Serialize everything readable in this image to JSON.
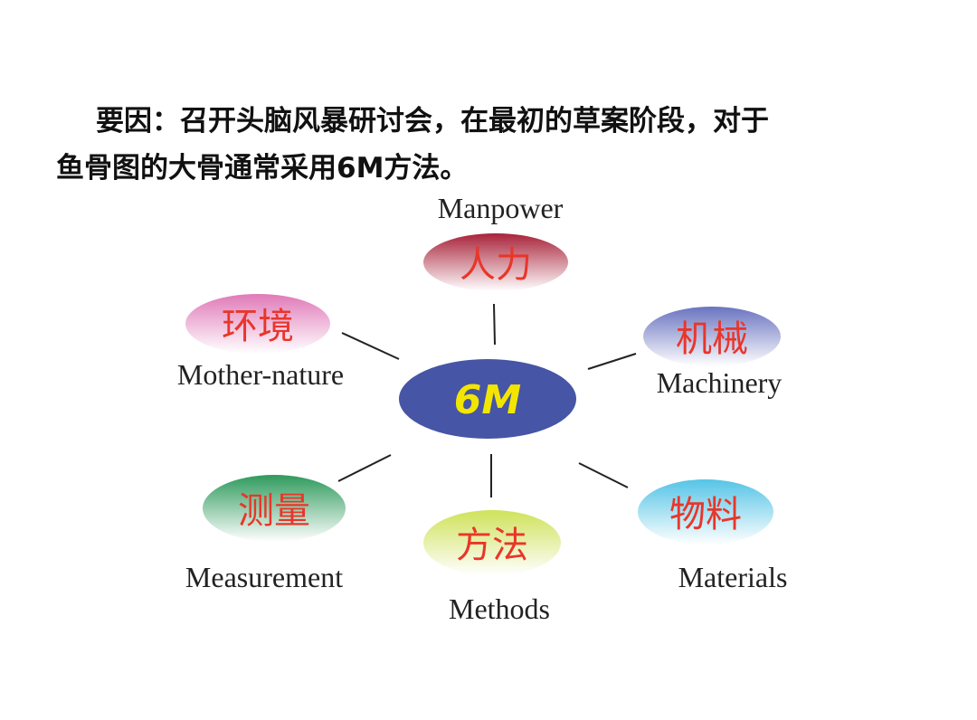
{
  "heading": {
    "line1": "要因：召开头脑风暴研讨会，在最初的草案阶段，对于",
    "line2": "鱼骨图的大骨通常采用6M方法。"
  },
  "center": {
    "label": "6M",
    "color": "#4655a5"
  },
  "factors": [
    {
      "id": "manpower",
      "zh": "人力",
      "en": "Manpower",
      "color": "#a8233a"
    },
    {
      "id": "machinery",
      "zh": "机械",
      "en": "Machinery",
      "color": "#6a74c0"
    },
    {
      "id": "materials",
      "zh": "物料",
      "en": "Materials",
      "color": "#55c4e6"
    },
    {
      "id": "methods",
      "zh": "方法",
      "en": "Methods",
      "color": "#cfe25a"
    },
    {
      "id": "measurement",
      "zh": "测量",
      "en": "Measurement",
      "color": "#2f9a5c"
    },
    {
      "id": "mother-nature",
      "zh": "环境",
      "en": "Mother-nature",
      "color": "#e07ab8"
    }
  ]
}
